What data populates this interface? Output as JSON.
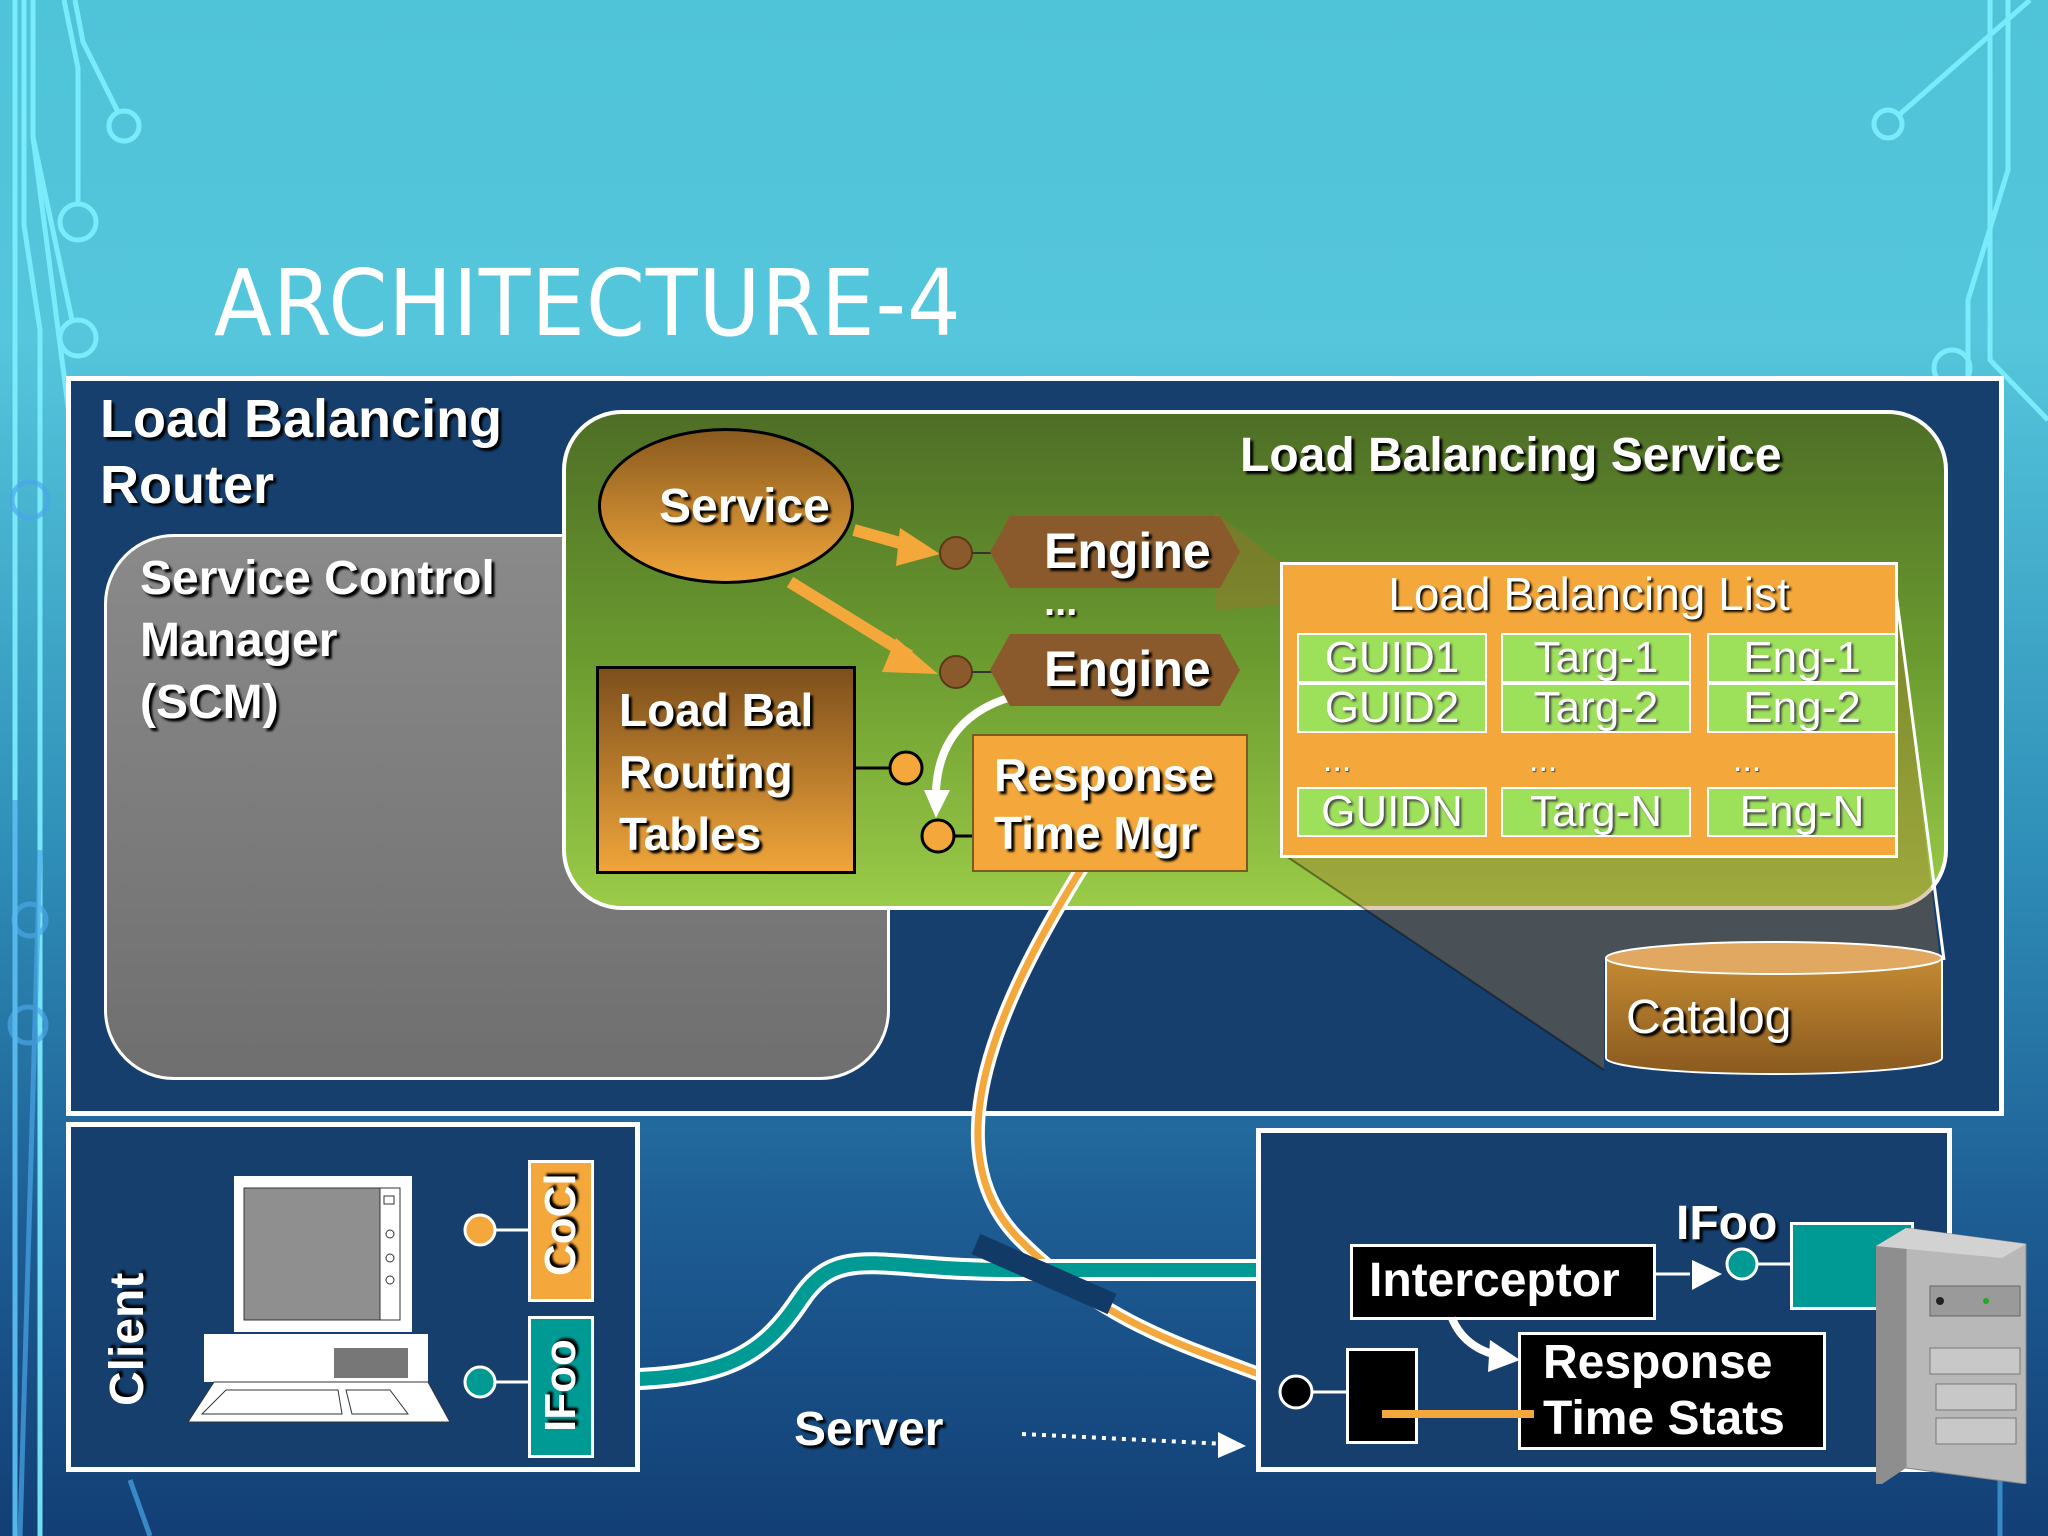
{
  "slide": {
    "title": "ARCHITECTURE-4"
  },
  "router": {
    "title_line1": "Load Balancing",
    "title_line2": "Router"
  },
  "scm": {
    "line1": "Service Control",
    "line2": "Manager",
    "line3": "(SCM)"
  },
  "lb_service": {
    "title": "Load Balancing Service",
    "service_label": "Service",
    "engines": [
      "Engine",
      "Engine"
    ],
    "engine_ellipsis": "...",
    "routing_tables": [
      "Load Bal",
      "Routing",
      "Tables"
    ],
    "response_time_mgr": [
      "Response",
      "Time Mgr"
    ]
  },
  "lb_list": {
    "title": "Load Balancing List",
    "rows": [
      [
        "GUID1",
        "Targ-1",
        "Eng-1"
      ],
      [
        "GUID2",
        "Targ-2",
        "Eng-2"
      ],
      [
        "GUIDN",
        "Targ-N",
        "Eng-N"
      ]
    ],
    "ellipsis": "..."
  },
  "catalog": {
    "label": "Catalog"
  },
  "client": {
    "label": "Client",
    "interfaces": [
      "CoCl",
      "IFoo"
    ]
  },
  "server": {
    "label": "Server",
    "interface_label": "IFoo",
    "interceptor": "Interceptor",
    "response_time_stats": [
      "Response",
      "Time Stats"
    ]
  },
  "colors": {
    "navy": "#163f6e",
    "orange": "#f4a73b",
    "brown": "#8a5a2c",
    "teal": "#009a94",
    "green_cell": "#9de05a",
    "scm_gray": "#7f7f7f"
  }
}
